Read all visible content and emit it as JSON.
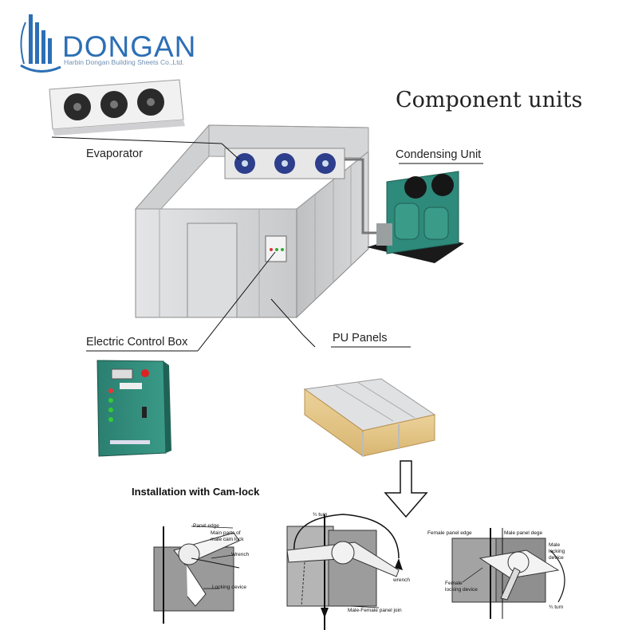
{
  "brand": {
    "name": "DONGAN",
    "subtitle": "Harbin Dongan Building Sheets Co.,Ltd."
  },
  "heading": "Component units",
  "labels": {
    "evaporator": "Evaporator",
    "condensing_unit": "Condensing Unit",
    "electric_control_box": "Electric Control Box",
    "pu_panels": "PU Panels",
    "installation": "Installation with Cam-lock"
  },
  "diagram1": {
    "panel_edge": "Panel edge",
    "main_parts": "Main parts of",
    "main_parts_2": "male cam lock",
    "wrench": "Wrench",
    "locking_device": "Locking device"
  },
  "diagram2": {
    "turn": "¾ turn",
    "wrench": "wrench",
    "join": "Male-Female panel join"
  },
  "diagram3": {
    "female_edge": "Female panel edge",
    "male_edge": "Male panel dege",
    "male_locking_1": "Male",
    "male_locking_2": "locking",
    "male_locking_3": "device",
    "female_locking_1": "Female",
    "female_locking_2": "locking device",
    "turn": "¾ turn"
  },
  "colors": {
    "brand_blue": "#2c6fb5",
    "panel_gray": "#d9dadb",
    "control_box_green": "#2f8a78",
    "pu_foam": "#e6c98a"
  }
}
